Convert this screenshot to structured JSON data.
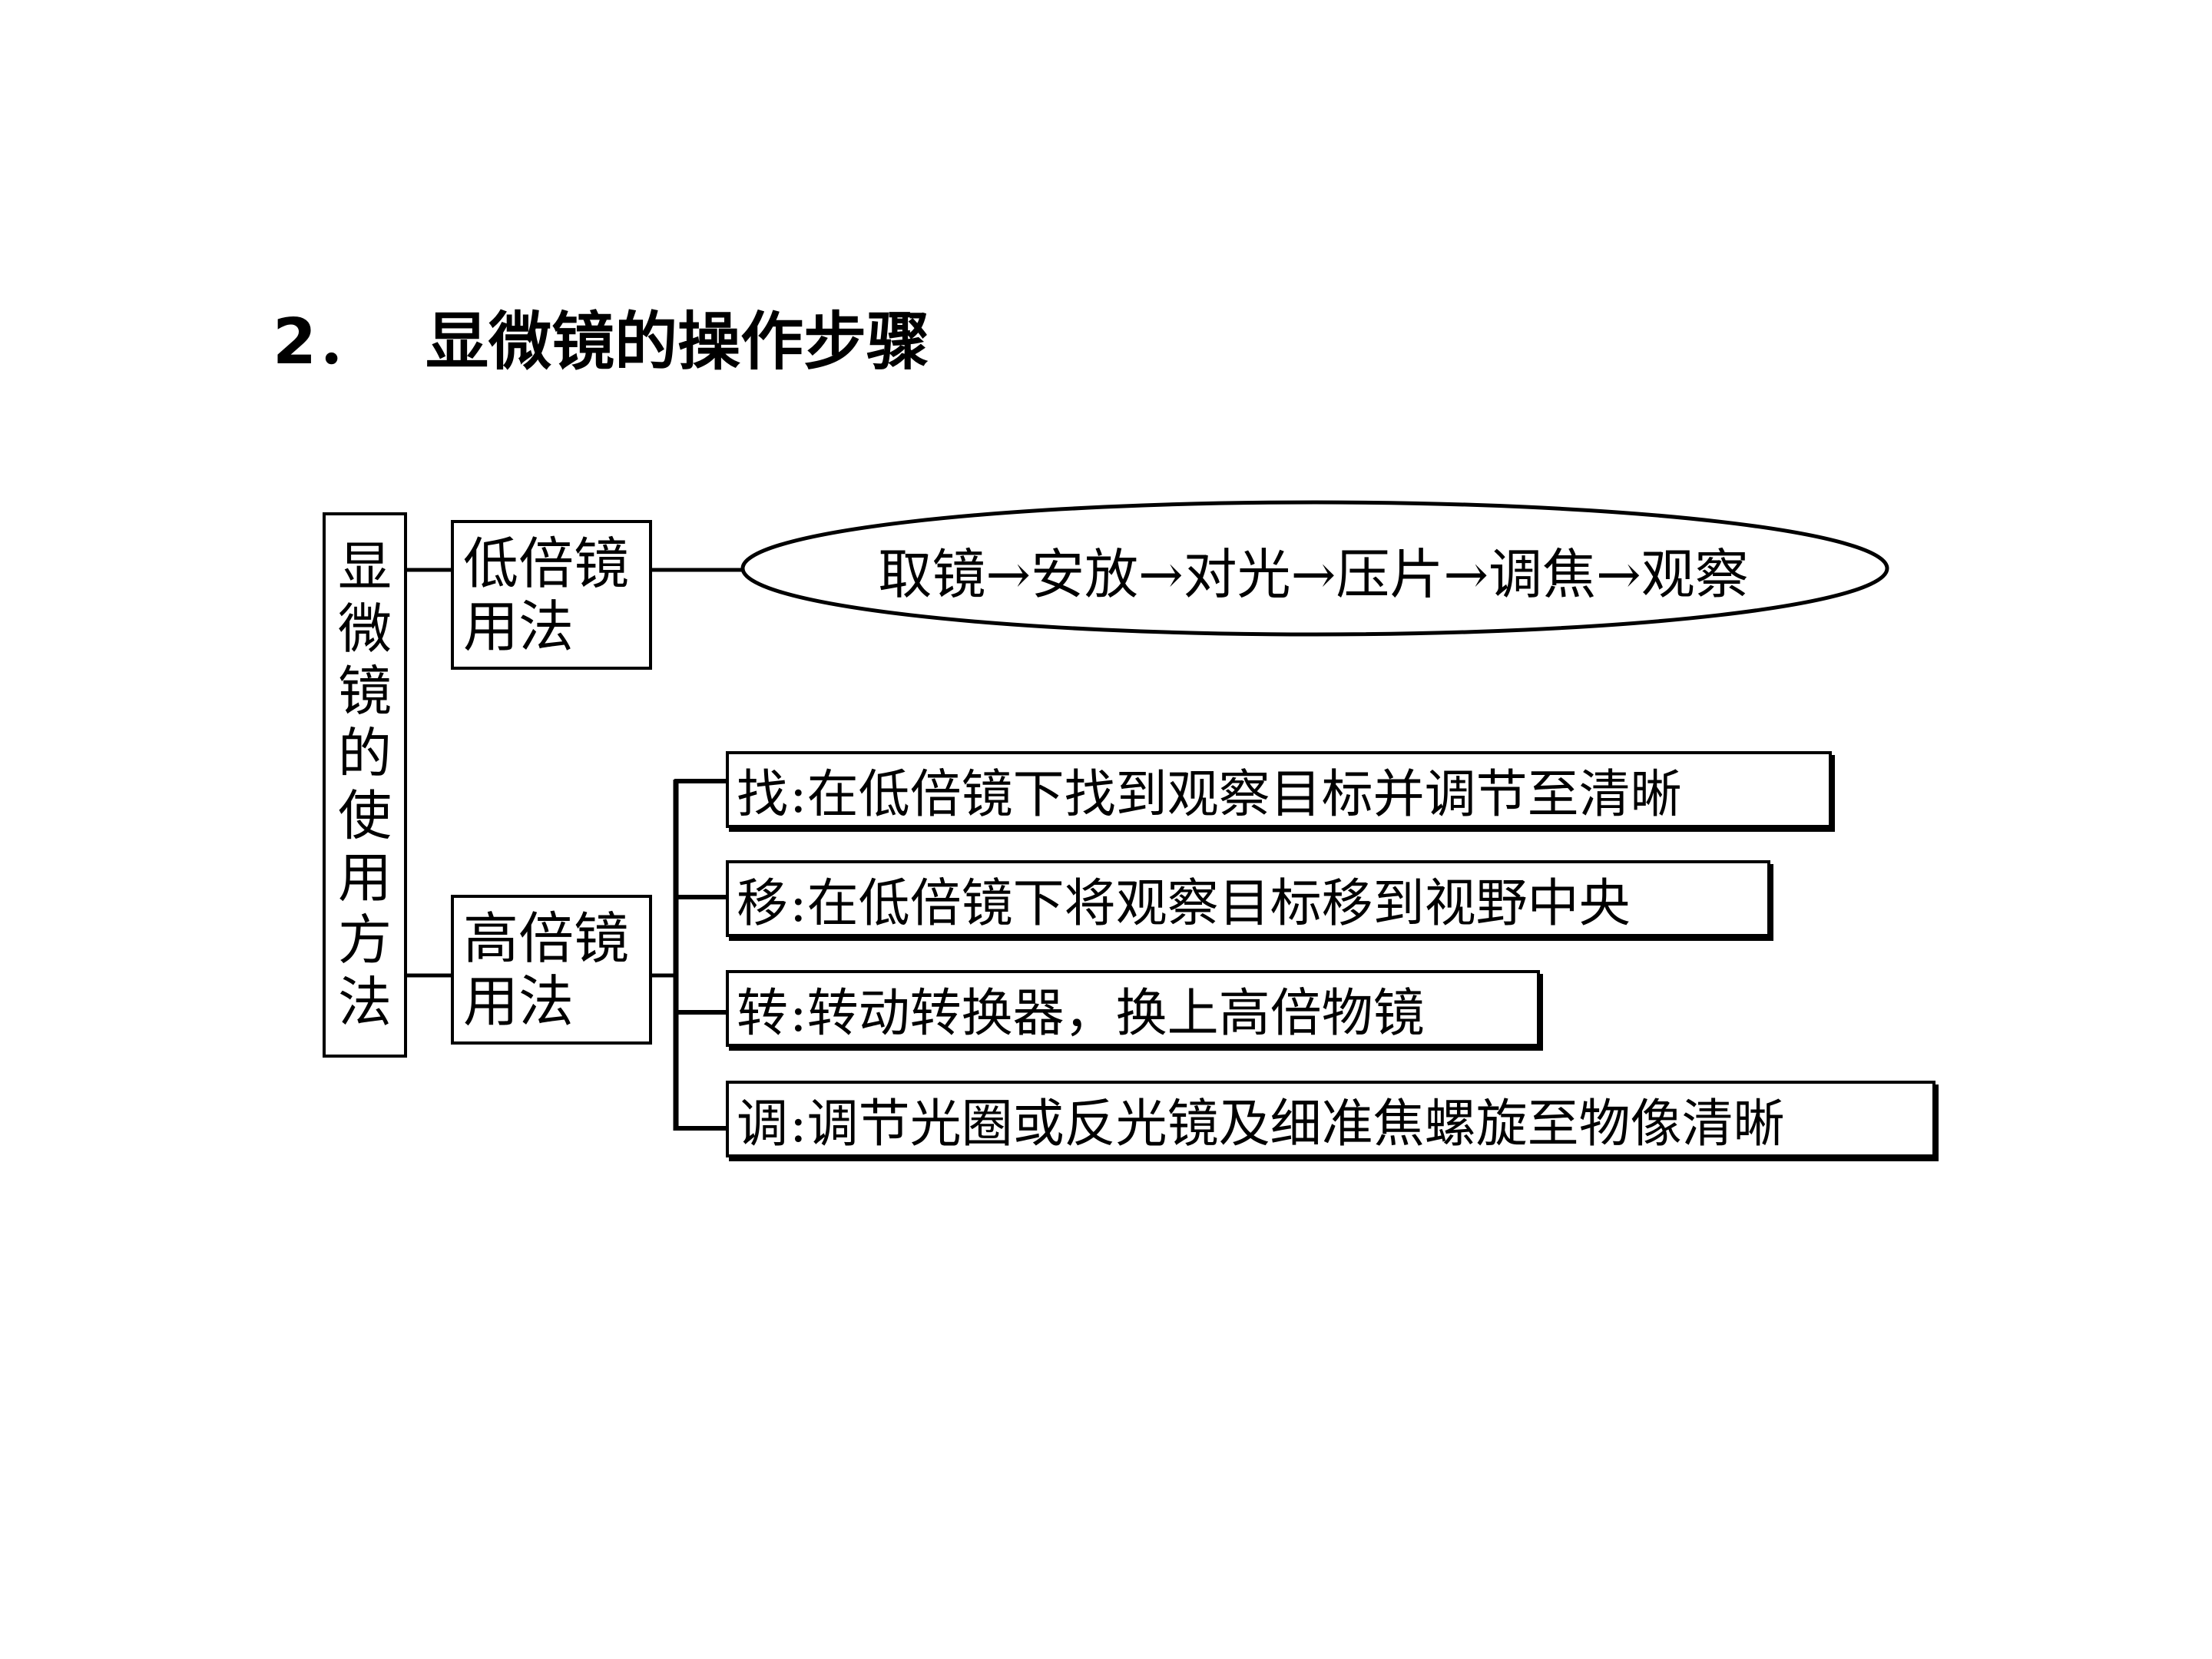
{
  "heading": {
    "number": "2．",
    "title": "显微镜的操作步骤"
  },
  "root": {
    "chars": [
      "显",
      "微",
      "镜",
      "的",
      "使",
      "用",
      "方",
      "法"
    ]
  },
  "low_power": {
    "label_line1": "低倍镜",
    "label_line2": "用法",
    "procedure": "取镜→安放→对光→压片→调焦→观察"
  },
  "high_power": {
    "label_line1": "高倍镜",
    "label_line2": "用法",
    "steps": [
      {
        "key": "找",
        "text": ":在低倍镜下找到观察目标并调节至清晰"
      },
      {
        "key": "移",
        "text": ":在低倍镜下将观察目标移到视野中央"
      },
      {
        "key": "转",
        "text": ":转动转换器，换上高倍物镜"
      },
      {
        "key": "调",
        "text": ":调节光圈或反光镜及细准焦螺旋至物像清晰"
      }
    ]
  }
}
